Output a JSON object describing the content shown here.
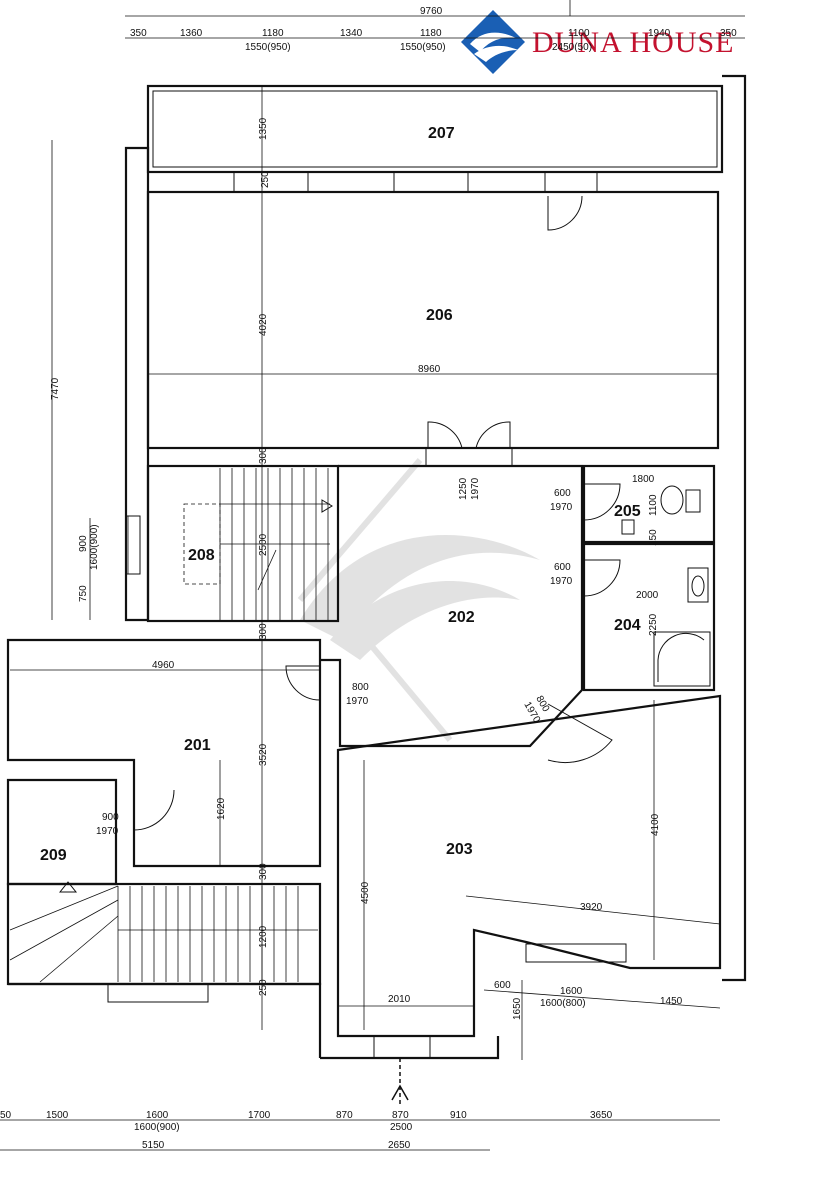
{
  "brand": {
    "name": "DUNA HOUSE",
    "accent_color": "#c4122f",
    "logo_color": "#1a5fb4"
  },
  "rooms": [
    {
      "id": "207",
      "label": "207"
    },
    {
      "id": "206",
      "label": "206"
    },
    {
      "id": "208",
      "label": "208"
    },
    {
      "id": "202",
      "label": "202"
    },
    {
      "id": "205",
      "label": "205"
    },
    {
      "id": "204",
      "label": "204"
    },
    {
      "id": "201",
      "label": "201"
    },
    {
      "id": "209",
      "label": "209"
    },
    {
      "id": "203",
      "label": "203"
    }
  ],
  "top_dimensions": {
    "total": "9760",
    "segments": [
      "350",
      "1360",
      "1180",
      "1340",
      "1180",
      "1100",
      "1940",
      "350"
    ],
    "opening_labels": [
      "1550(950)",
      "1550(950)",
      "2450(50)"
    ]
  },
  "left_dimensions": {
    "total": "7470",
    "window_height": "900",
    "window_width": "1600(900)",
    "sill": "750"
  },
  "room_dimensions": {
    "r207_depth": "1350",
    "r206_depth": "4020",
    "r206_width": "8960",
    "r206_wall": "250",
    "door_202_main": "1250",
    "door_202_main_h": "1970",
    "door_205_w": "600",
    "door_205_h": "1970",
    "r205_width": "1800",
    "r205_depth": "1100",
    "door_204_w": "600",
    "door_204_h": "1970",
    "r204_width": "2000",
    "r204_depth": "2250",
    "r208_stair": "2500",
    "wall_300_a": "300",
    "wall_300_b": "300",
    "wall_300_c": "300",
    "wall_150": "150",
    "r201_width": "4960",
    "door_201_w": "800",
    "door_201_h": "1970",
    "r201_depth": "3520",
    "closet_depth": "1620",
    "door_209_w": "900",
    "door_209_h": "1970",
    "stair_1200": "1200",
    "wall_250_bottom": "250",
    "door_203_w": "800",
    "door_203_h": "1970",
    "r203_depth": "4500",
    "r203_right_depth": "4100",
    "r203_width": "3920",
    "r203_bay": "2010",
    "window_203_offset": "600",
    "window_203_width": "1600",
    "window_203_label": "1600(800)",
    "window_203_right": "1450",
    "window_203_depth": "1650"
  },
  "bottom_dimensions": {
    "row1": [
      "50",
      "1500",
      "1600",
      "1700",
      "870",
      "870",
      "910",
      "3650"
    ],
    "row1_sub": [
      "1600(900)",
      "2500"
    ],
    "row2": [
      "5150",
      "2650"
    ]
  }
}
